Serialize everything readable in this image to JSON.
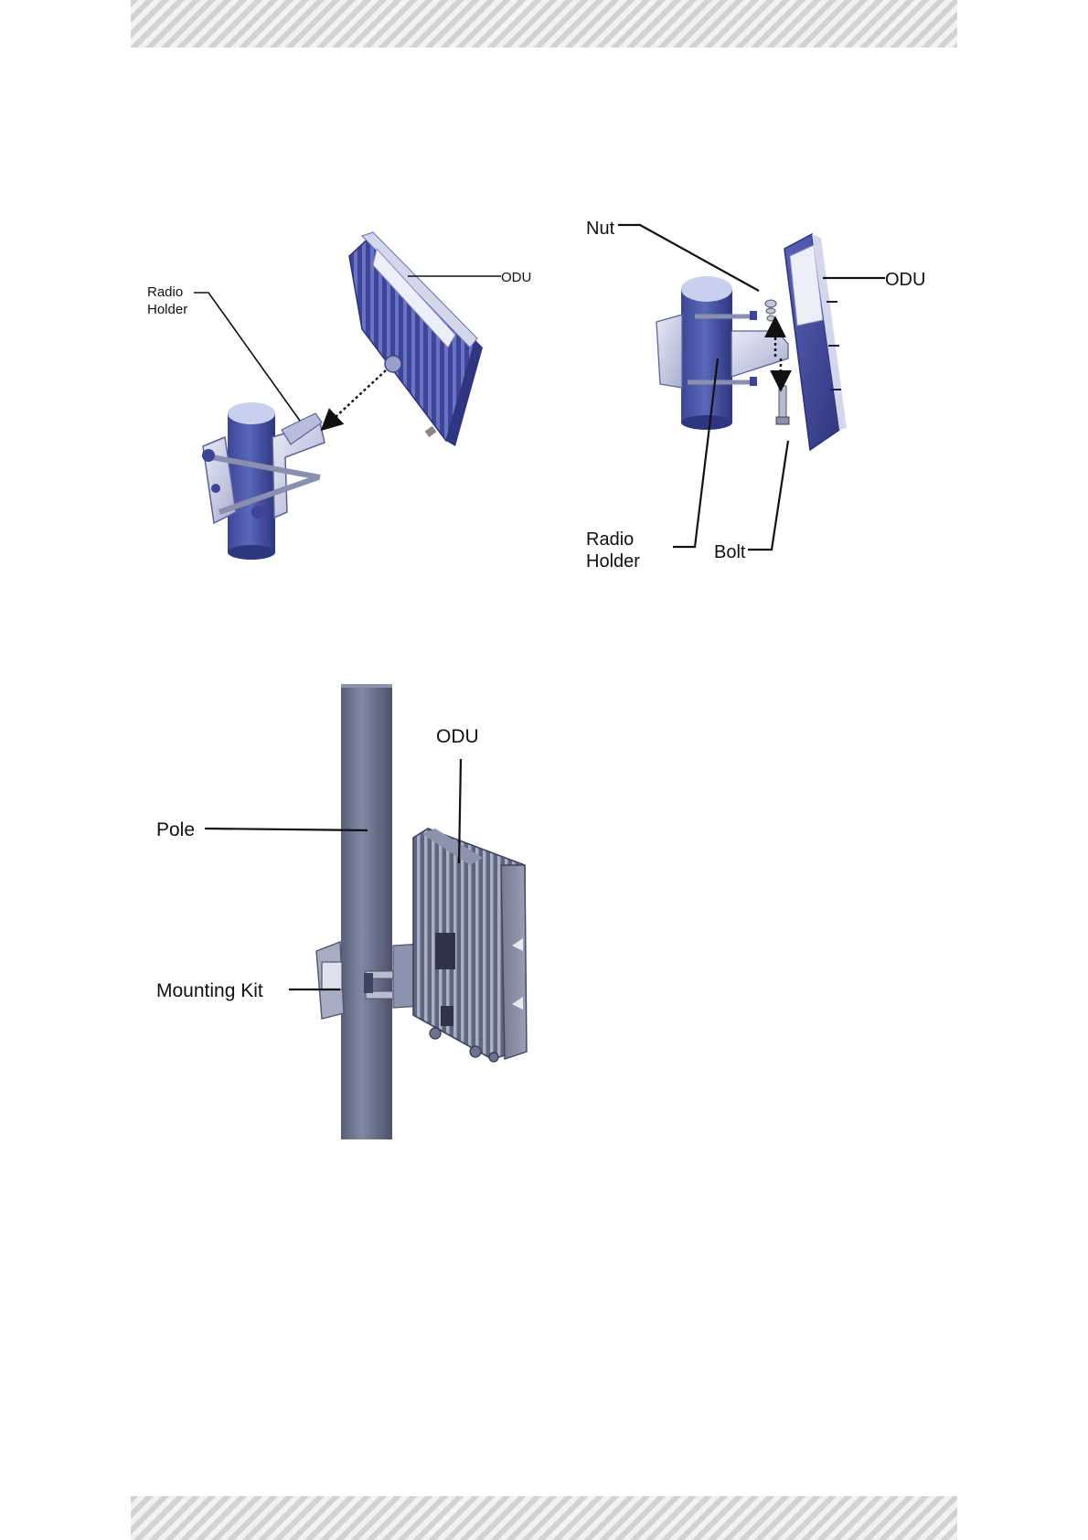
{
  "figure1": {
    "radio_holder": [
      "Radio",
      "Holder"
    ],
    "odu": "ODU"
  },
  "figure2": {
    "nut": "Nut",
    "odu": "ODU",
    "radio_holder": [
      "Radio",
      "Holder"
    ],
    "bolt": "Bolt"
  },
  "figure3": {
    "odu": "ODU",
    "pole": "Pole",
    "mounting_kit": "Mounting Kit"
  },
  "colors": {
    "odu_body": "#4a50a8",
    "odu_shade": "#2f3580",
    "metal_light": "#c9cde4",
    "pole_blue": "#4a58a8",
    "pole_grey": "#6e7690",
    "header_hatch": "#d2d2d2"
  }
}
